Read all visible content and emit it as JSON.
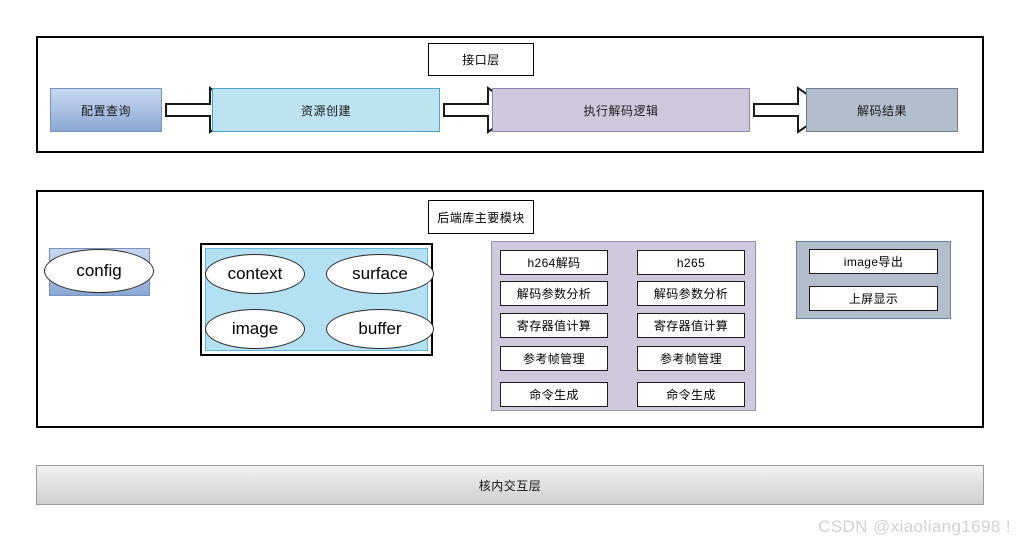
{
  "diagram": {
    "title_watermark": "CSDN @xiaoliang1698 !",
    "layers": [
      {
        "label": "接口层",
        "steps": [
          {
            "text": "配置查询",
            "style": "blue-gradient"
          },
          {
            "text": "资源创建",
            "style": "cyan"
          },
          {
            "text": "执行解码逻辑",
            "style": "purple"
          },
          {
            "text": "解码结果",
            "style": "slate"
          }
        ],
        "connectors": [
          "arrow-right",
          "arrow-right",
          "arrow-right"
        ]
      },
      {
        "label": "后端库主要模块",
        "config_group": {
          "nodes": [
            "config"
          ]
        },
        "resource_group": {
          "nodes": [
            "context",
            "surface",
            "image",
            "buffer"
          ]
        },
        "codec_columns": [
          {
            "header": "h264解码",
            "items": [
              "解码参数分析",
              "寄存器值计算",
              "参考帧管理",
              "命令生成"
            ]
          },
          {
            "header": "h265",
            "items": [
              "解码参数分析",
              "寄存器值计算",
              "参考帧管理",
              "命令生成"
            ]
          }
        ],
        "output_group": {
          "items": [
            "image导出",
            "上屏显示"
          ]
        }
      },
      {
        "label": "核内交互层",
        "bar_text": "核内交互层"
      }
    ],
    "colors": {
      "blue_gradient_top": "#c6d7ef",
      "blue_gradient_bottom": "#89a8d4",
      "cyan": "#bde3f2",
      "cyan_inner": "#b3e0f2",
      "purple": "#cfc9de",
      "slate": "#b2becb",
      "border": "#000000",
      "watermark": "#d2d2d2"
    }
  }
}
